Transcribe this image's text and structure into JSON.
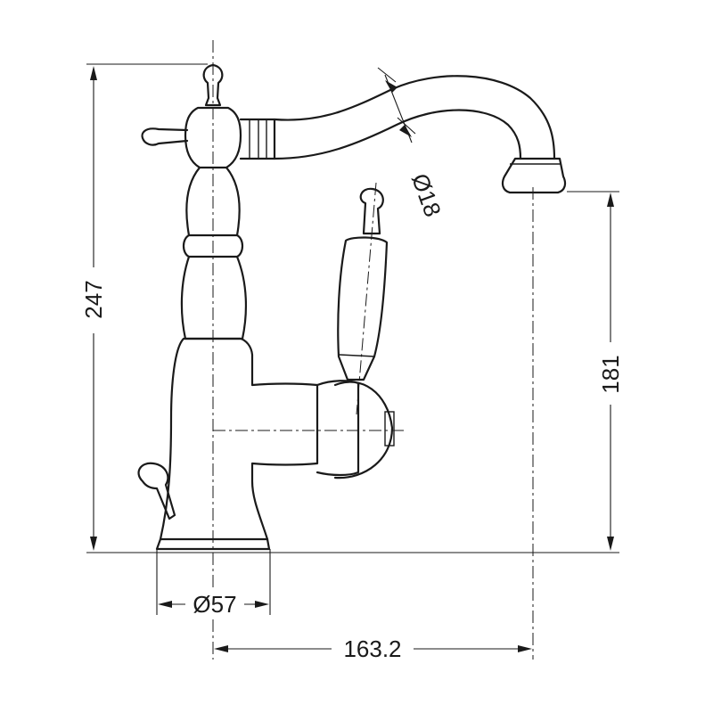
{
  "diagram": {
    "dimensions": {
      "total_height": "247",
      "spout_height": "181",
      "spout_diameter": "Ø18",
      "base_diameter": "Ø57",
      "spout_reach": "163.2"
    }
  }
}
